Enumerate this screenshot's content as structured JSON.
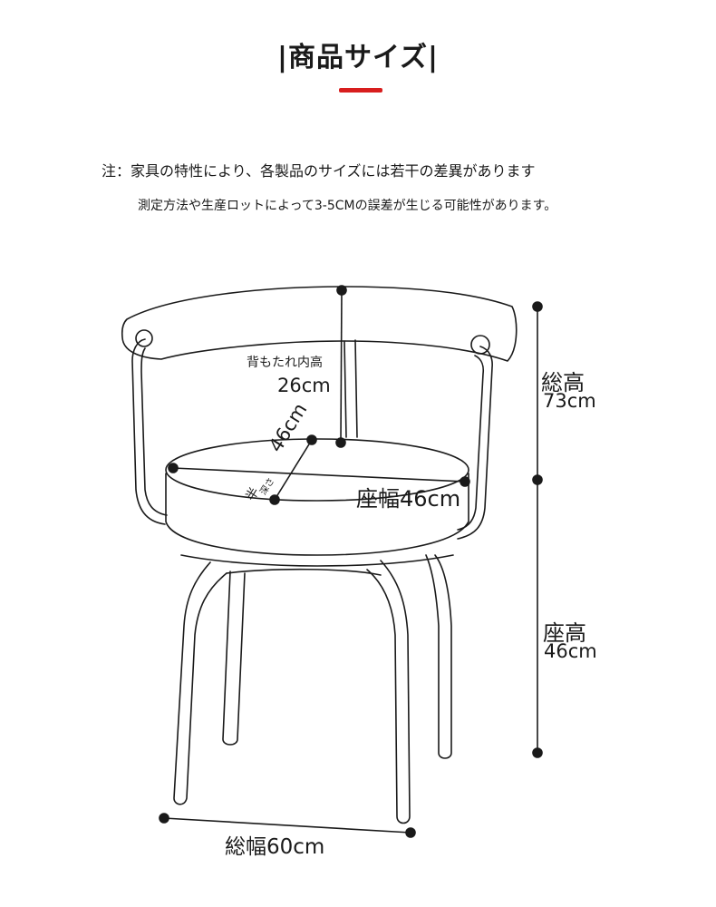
{
  "title": "|商品サイズ|",
  "notes": {
    "line1": "注：家具の特性により、各製品のサイズには若干の差異があります",
    "line2": "測定方法や生産ロットによって3-5CMの誤差が生じる可能性があります。"
  },
  "dimensions": {
    "backrest_label": "背もたれ内高",
    "backrest_value": "26cm",
    "depth_label": "深さ",
    "depth_prefix": "半",
    "depth_value": "46cm",
    "seat_width": "座幅46cm",
    "total_height_label": "総高",
    "total_height_value": "73cm",
    "seat_height_label": "座高",
    "seat_height_value": "46cm",
    "total_width": "総幅60cm"
  },
  "colors": {
    "accent": "#d81e1e",
    "line": "#1a1a1a"
  }
}
